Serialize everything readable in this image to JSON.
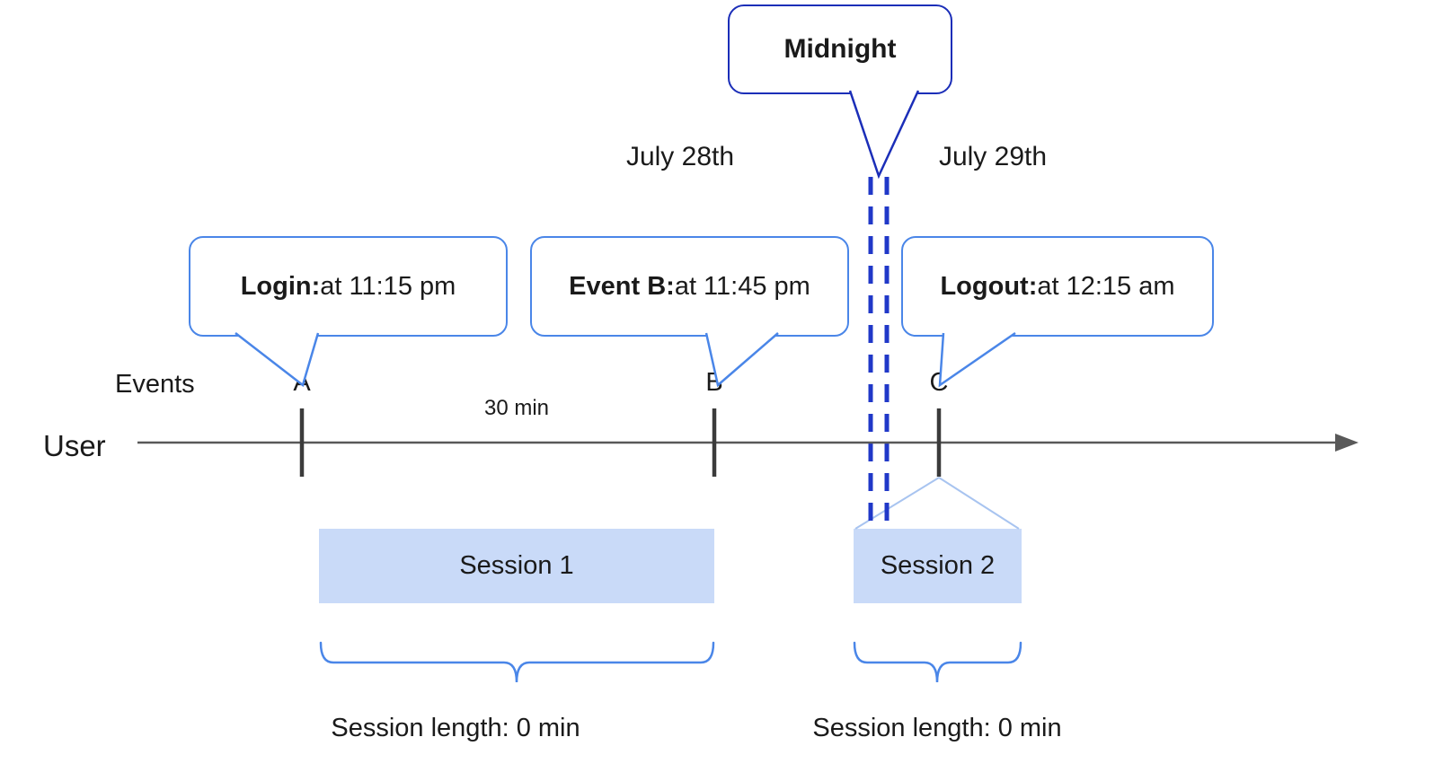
{
  "diagram": {
    "midnight": {
      "label": "Midnight"
    },
    "dates": {
      "left": "July 28th",
      "right": "July 29th"
    },
    "axis": {
      "events_label": "Events",
      "user_label": "User",
      "interval_label": "30 min"
    },
    "events": [
      {
        "letter": "A",
        "callout_title": "Login:",
        "callout_text": " at 11:15 pm"
      },
      {
        "letter": "B",
        "callout_title": "Event B:",
        "callout_text": " at 11:45 pm"
      },
      {
        "letter": "C",
        "callout_title": "Logout:",
        "callout_text": " at 12:15 am"
      }
    ],
    "sessions": [
      {
        "label": "Session 1",
        "length": "Session length: 0 min"
      },
      {
        "label": "Session 2",
        "length": "Session length: 0 min"
      }
    ],
    "colors": {
      "callout_border": "#4a86e8",
      "midnight_border": "#1b2eb8",
      "midnight_dash": "#2038c8",
      "session_fill": "#c9daf8",
      "timeline": "#595959"
    }
  }
}
